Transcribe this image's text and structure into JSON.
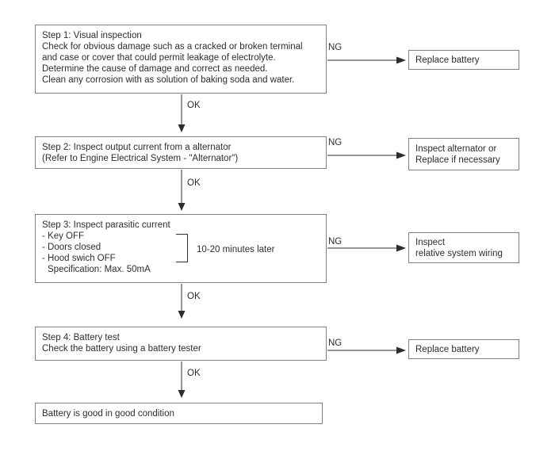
{
  "labels": {
    "ok": "OK",
    "ng": "NG"
  },
  "colors": {
    "background": "#ffffff",
    "box_border": "#7f7f7f",
    "text": "#2d2d2d",
    "arrow": "#2d2d2d"
  },
  "steps": [
    {
      "box_lines": [
        "Step 1: Visual inspection",
        "Check for obvious damage such as a cracked or broken terminal",
        "and case or cover that could permit leakage of electrolyte.",
        "Determine the cause of damage and correct as needed.",
        "Clean any corrosion with as solution of baking soda and water."
      ],
      "result_lines": [
        "Replace battery"
      ]
    },
    {
      "box_lines": [
        "Step 2: Inspect output current from a alternator",
        "(Refer to Engine Electrical System - \"Alternator\")"
      ],
      "result_lines": [
        "Inspect alternator or",
        "Replace if necessary"
      ]
    },
    {
      "box_lines": [
        "Step 3: Inspect parasitic current",
        "- Key OFF",
        "- Doors closed",
        "- Hood swich OFF",
        "Specification: Max. 50mA"
      ],
      "bracket_note": "10-20 minutes later",
      "result_lines": [
        "Inspect",
        "relative system wiring"
      ]
    },
    {
      "box_lines": [
        "Step 4: Battery test",
        "Check the battery using a battery tester"
      ],
      "result_lines": [
        "Replace battery"
      ]
    }
  ],
  "final_box": "Battery is good in good condition"
}
